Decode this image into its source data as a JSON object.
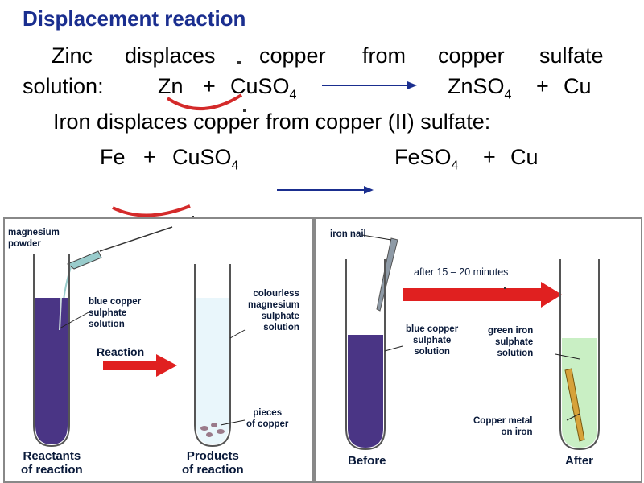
{
  "title": "Displacement reaction",
  "zinc": {
    "line1": [
      "Zinc",
      "displaces",
      "copper",
      "from",
      "copper",
      "sulfate"
    ],
    "line2_label": "solution:",
    "reactant1": "Zn",
    "plus1": "+",
    "reactant2_main": "CuSO",
    "reactant2_sub": "4",
    "product1_main": "ZnSO",
    "product1_sub": "4",
    "plus2": "+",
    "product2": "Cu"
  },
  "iron": {
    "sentence": "Iron displaces copper from copper (II) sulfate:",
    "reactant1": "Fe",
    "plus1": "+",
    "reactant2_main": "CuSO",
    "reactant2_sub": "4",
    "product1_main": "FeSO",
    "product1_sub": "4",
    "plus2": "+",
    "product2": "Cu"
  },
  "left_panel": {
    "powder_label": [
      "magnesium",
      "powder"
    ],
    "blue_label": [
      "blue copper",
      "sulphate",
      "solution"
    ],
    "arrow_label": "Reaction",
    "colourless_label": [
      "colourless",
      "magnesium",
      "sulphate",
      "solution"
    ],
    "pieces_label": [
      "pieces",
      "of copper"
    ],
    "reactants_caption": [
      "Reactants",
      "of reaction"
    ],
    "products_caption": [
      "Products",
      "of reaction"
    ]
  },
  "right_panel": {
    "nail_label": "iron nail",
    "time_label": "after 15 – 20 minutes",
    "blue_label": [
      "blue copper",
      "sulphate",
      "solution"
    ],
    "green_label": [
      "green iron",
      "sulphate",
      "solution"
    ],
    "copper_label": [
      "Copper metal",
      "on iron"
    ],
    "before_caption": "Before",
    "after_caption": "After"
  },
  "colors": {
    "title": "#1a2e8f",
    "arrow_blue": "#1a2e8f",
    "curve_red": "#d42a2a",
    "copper_sulphate": "#4a3585",
    "iron_sulphate": "#c9efc4",
    "red_arrow": "#e02020"
  }
}
